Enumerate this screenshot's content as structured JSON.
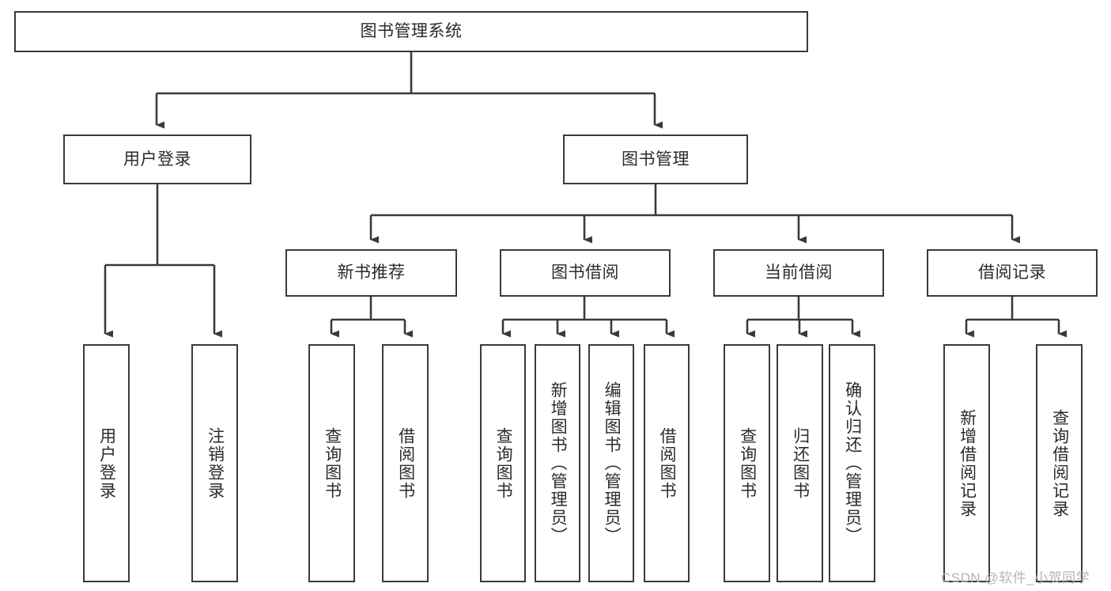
{
  "diagram": {
    "title": "图书管理系统",
    "watermark": "CSDN @软件_小贺同学",
    "colors": {
      "stroke": "#3a3a3a",
      "text": "#2b2b2b",
      "background": "#ffffff",
      "watermark": "#b4b4b4"
    },
    "nodes": {
      "root": "图书管理系统",
      "level1": [
        "用户登录",
        "图书管理"
      ],
      "level2": [
        "新书推荐",
        "图书借阅",
        "当前借阅",
        "借阅记录"
      ],
      "leaves": {
        "user_login": [
          "用户登录",
          "注销登录"
        ],
        "new_book_recommend": [
          "查询图书",
          "借阅图书"
        ],
        "book_borrow": [
          "查询图书",
          "新增图书（管理员）",
          "编辑图书（管理员）",
          "借阅图书"
        ],
        "current_borrow": [
          "查询图书",
          "归还图书",
          "确认归还（管理员）"
        ],
        "borrow_record": [
          "新增借阅记录",
          "查询借阅记录"
        ]
      }
    }
  },
  "chart_data": {
    "type": "diagram",
    "title": "图书管理系统",
    "structure": [
      {
        "name": "图书管理系统",
        "children": [
          {
            "name": "用户登录",
            "children": [
              {
                "name": "用户登录",
                "children": []
              },
              {
                "name": "注销登录",
                "children": []
              }
            ]
          },
          {
            "name": "图书管理",
            "children": [
              {
                "name": "新书推荐",
                "children": [
                  {
                    "name": "查询图书",
                    "children": []
                  },
                  {
                    "name": "借阅图书",
                    "children": []
                  }
                ]
              },
              {
                "name": "图书借阅",
                "children": [
                  {
                    "name": "查询图书",
                    "children": []
                  },
                  {
                    "name": "新增图书（管理员）",
                    "children": []
                  },
                  {
                    "name": "编辑图书（管理员）",
                    "children": []
                  },
                  {
                    "name": "借阅图书",
                    "children": []
                  }
                ]
              },
              {
                "name": "当前借阅",
                "children": [
                  {
                    "name": "查询图书",
                    "children": []
                  },
                  {
                    "name": "归还图书",
                    "children": []
                  },
                  {
                    "name": "确认归还（管理员）",
                    "children": []
                  }
                ]
              },
              {
                "name": "借阅记录",
                "children": [
                  {
                    "name": "新增借阅记录",
                    "children": []
                  },
                  {
                    "name": "查询借阅记录",
                    "children": []
                  }
                ]
              }
            ]
          }
        ]
      }
    ]
  }
}
